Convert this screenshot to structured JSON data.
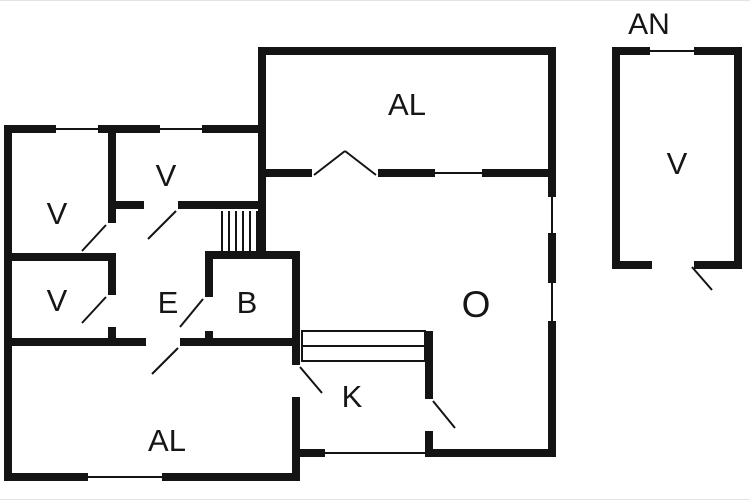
{
  "plan": {
    "wall_color": "#141414",
    "line_color": "#141414",
    "label_color": "#161616",
    "background_color": "#ffffff"
  },
  "main_building": {
    "rooms": [
      {
        "id": "terrace-top",
        "label": "AL"
      },
      {
        "id": "bedroom-top",
        "label": "V"
      },
      {
        "id": "bedroom-left",
        "label": "V"
      },
      {
        "id": "bedroom-small",
        "label": "V"
      },
      {
        "id": "hallway",
        "label": "E"
      },
      {
        "id": "bathroom",
        "label": "B"
      },
      {
        "id": "living-room",
        "label": "O"
      },
      {
        "id": "kitchen",
        "label": "K"
      },
      {
        "id": "terrace-bottom",
        "label": "AL"
      }
    ]
  },
  "annex_building": {
    "label": "AN",
    "rooms": [
      {
        "id": "annex-room",
        "label": "V"
      }
    ]
  }
}
